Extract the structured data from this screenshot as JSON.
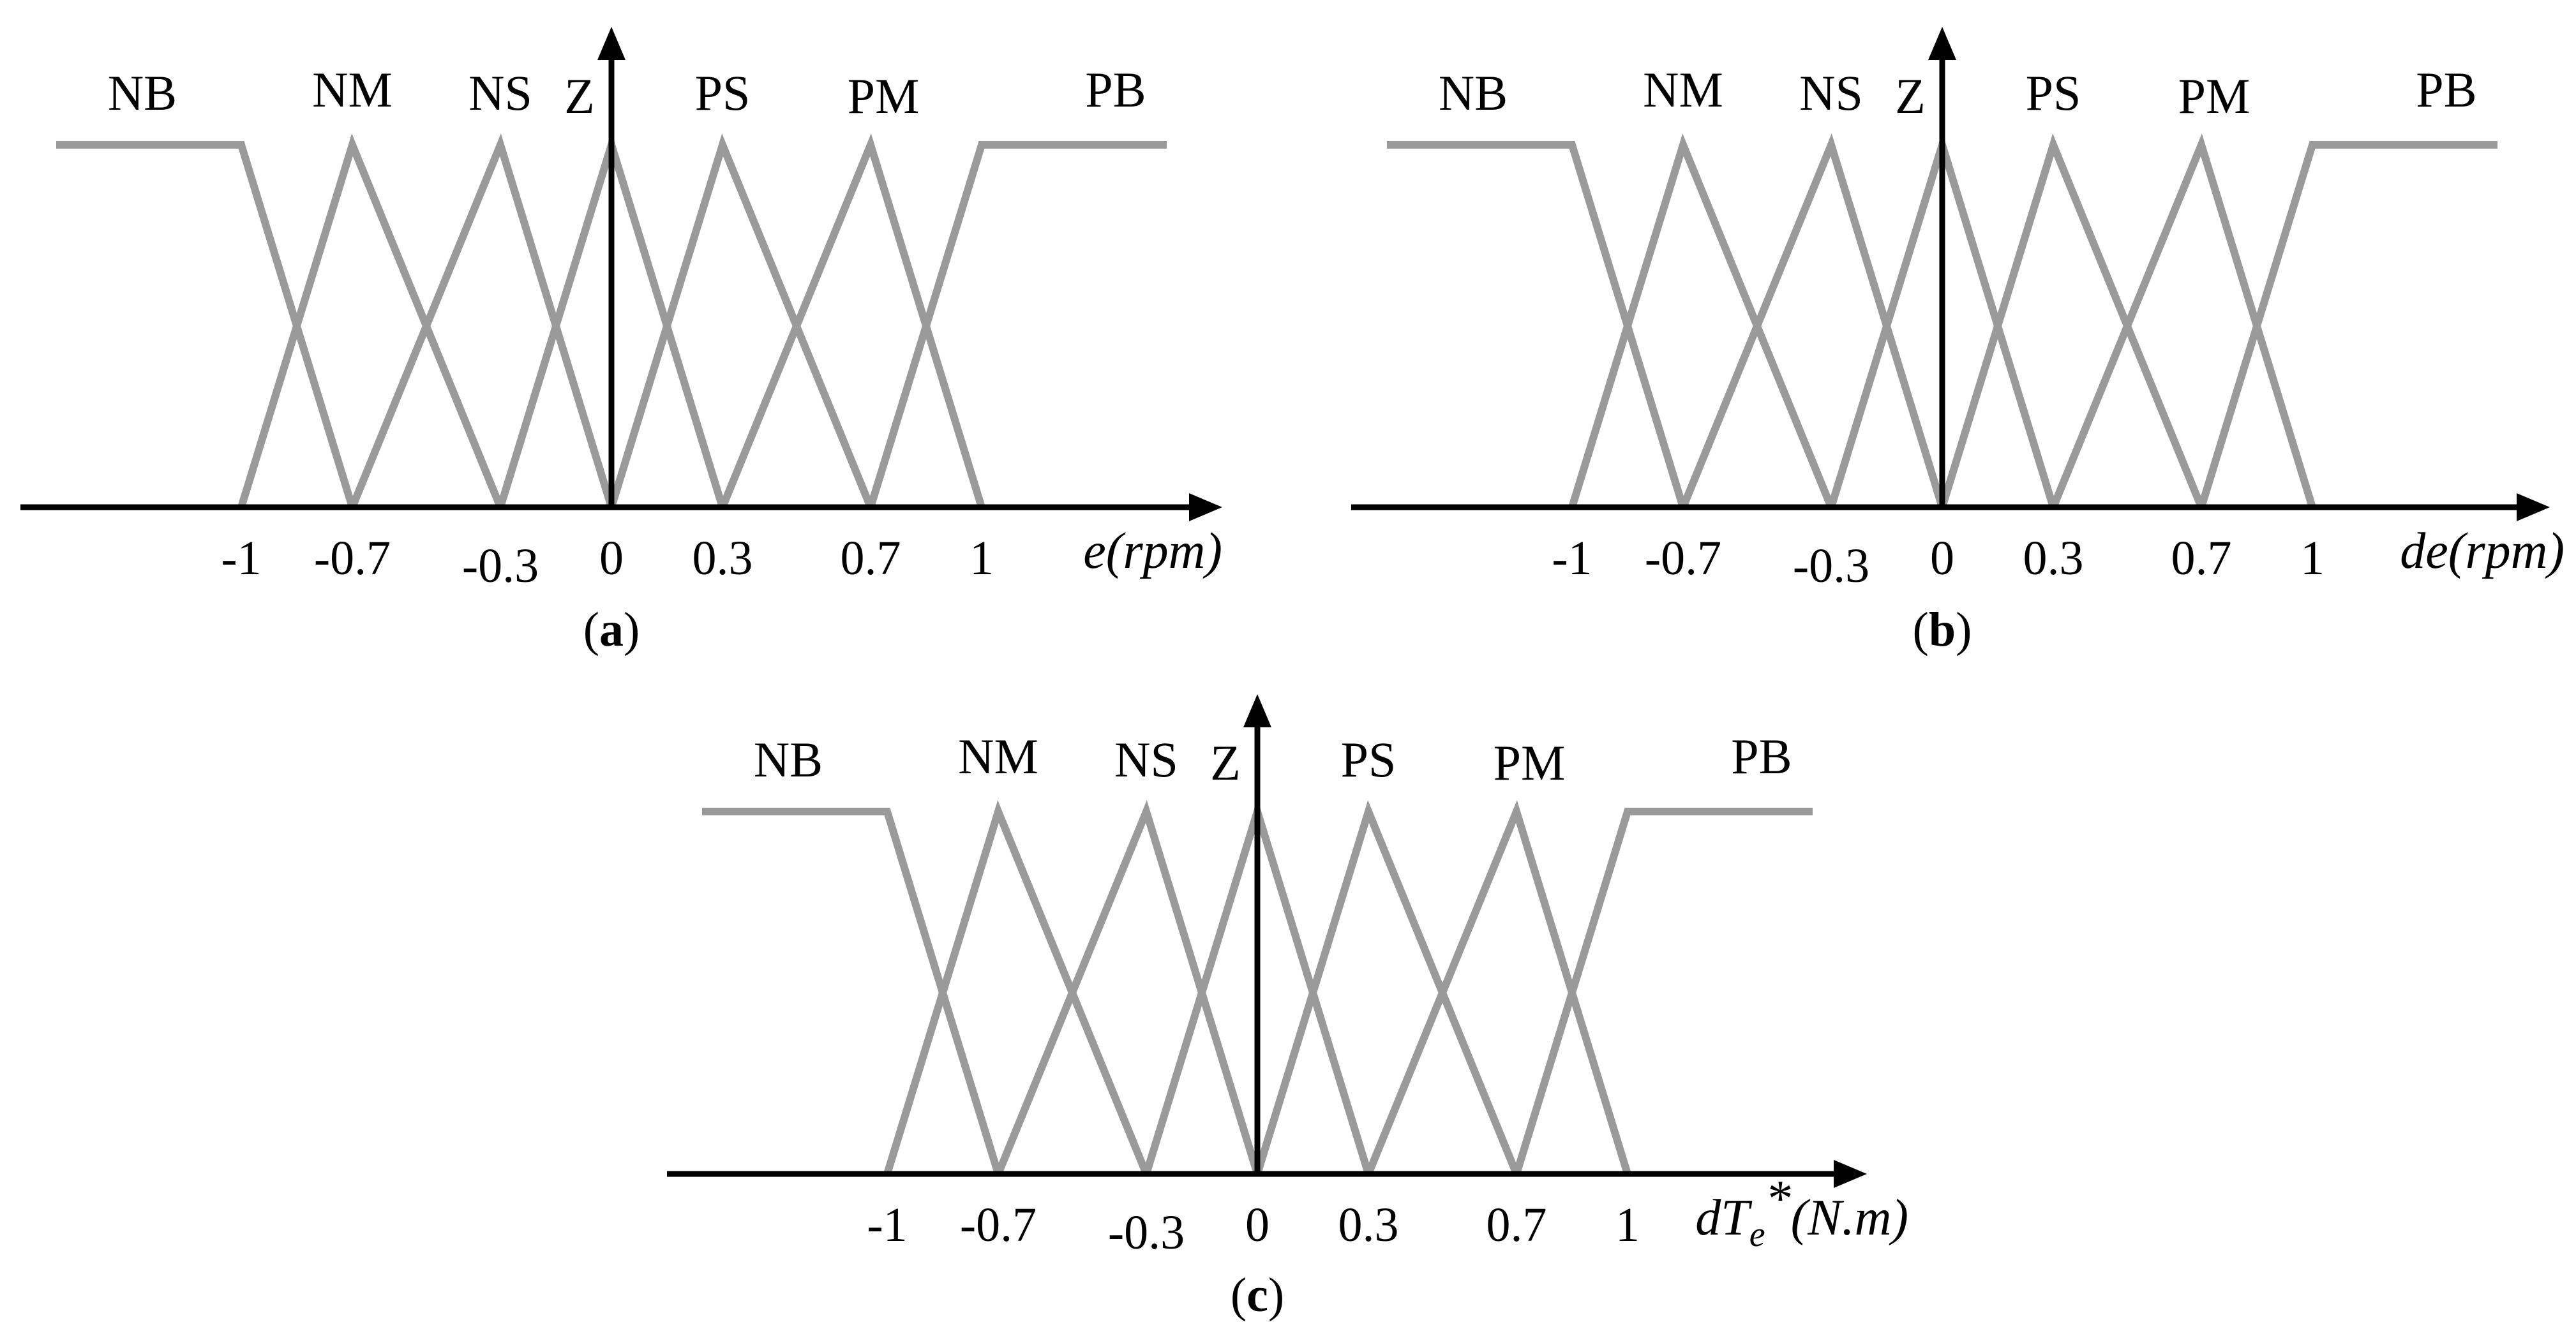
{
  "chart_data": [
    {
      "type": "line",
      "panel_label": "a",
      "xlabel": "e(rpm)",
      "x_ticks": [
        -1,
        -0.7,
        -0.3,
        0,
        0.3,
        0.7,
        1
      ],
      "tick_labels": [
        "-1",
        "-0.7",
        "-0.3",
        "0",
        "0.3",
        "0.7",
        "1"
      ],
      "ylim": [
        0,
        1
      ],
      "series": [
        {
          "name": "NB",
          "x": [
            -1.5,
            -1,
            -0.7
          ],
          "y": [
            1,
            1,
            0
          ]
        },
        {
          "name": "NM",
          "x": [
            -1,
            -0.7,
            -0.3
          ],
          "y": [
            0,
            1,
            0
          ]
        },
        {
          "name": "NS",
          "x": [
            -0.7,
            -0.3,
            0
          ],
          "y": [
            0,
            1,
            0
          ]
        },
        {
          "name": "Z",
          "x": [
            -0.3,
            0,
            0.3
          ],
          "y": [
            0,
            1,
            0
          ]
        },
        {
          "name": "PS",
          "x": [
            0,
            0.3,
            0.7
          ],
          "y": [
            0,
            1,
            0
          ]
        },
        {
          "name": "PM",
          "x": [
            0.3,
            0.7,
            1
          ],
          "y": [
            0,
            1,
            0
          ]
        },
        {
          "name": "PB",
          "x": [
            0.7,
            1,
            1.5
          ],
          "y": [
            0,
            1,
            1
          ]
        }
      ]
    },
    {
      "type": "line",
      "panel_label": "b",
      "xlabel": "de(rpm)",
      "x_ticks": [
        -1,
        -0.7,
        -0.3,
        0,
        0.3,
        0.7,
        1
      ],
      "tick_labels": [
        "-1",
        "-0.7",
        "-0.3",
        "0",
        "0.3",
        "0.7",
        "1"
      ],
      "ylim": [
        0,
        1
      ],
      "series": [
        {
          "name": "NB",
          "x": [
            -1.5,
            -1,
            -0.7
          ],
          "y": [
            1,
            1,
            0
          ]
        },
        {
          "name": "NM",
          "x": [
            -1,
            -0.7,
            -0.3
          ],
          "y": [
            0,
            1,
            0
          ]
        },
        {
          "name": "NS",
          "x": [
            -0.7,
            -0.3,
            0
          ],
          "y": [
            0,
            1,
            0
          ]
        },
        {
          "name": "Z",
          "x": [
            -0.3,
            0,
            0.3
          ],
          "y": [
            0,
            1,
            0
          ]
        },
        {
          "name": "PS",
          "x": [
            0,
            0.3,
            0.7
          ],
          "y": [
            0,
            1,
            0
          ]
        },
        {
          "name": "PM",
          "x": [
            0.3,
            0.7,
            1
          ],
          "y": [
            0,
            1,
            0
          ]
        },
        {
          "name": "PB",
          "x": [
            0.7,
            1,
            1.5
          ],
          "y": [
            0,
            1,
            1
          ]
        }
      ]
    },
    {
      "type": "line",
      "panel_label": "c",
      "xlabel": "dTe*(N.m)",
      "x_ticks": [
        -1,
        -0.7,
        -0.3,
        0,
        0.3,
        0.7,
        1
      ],
      "tick_labels": [
        "-1",
        "-0.7",
        "-0.3",
        "0",
        "0.3",
        "0.7",
        "1"
      ],
      "ylim": [
        0,
        1
      ],
      "series": [
        {
          "name": "NB",
          "x": [
            -1.5,
            -1,
            -0.7
          ],
          "y": [
            1,
            1,
            0
          ]
        },
        {
          "name": "NM",
          "x": [
            -1,
            -0.7,
            -0.3
          ],
          "y": [
            0,
            1,
            0
          ]
        },
        {
          "name": "NS",
          "x": [
            -0.7,
            -0.3,
            0
          ],
          "y": [
            0,
            1,
            0
          ]
        },
        {
          "name": "Z",
          "x": [
            -0.3,
            0,
            0.3
          ],
          "y": [
            0,
            1,
            0
          ]
        },
        {
          "name": "PS",
          "x": [
            0,
            0.3,
            0.7
          ],
          "y": [
            0,
            1,
            0
          ]
        },
        {
          "name": "PM",
          "x": [
            0.3,
            0.7,
            1
          ],
          "y": [
            0,
            1,
            0
          ]
        },
        {
          "name": "PB",
          "x": [
            0.7,
            1,
            1.5
          ],
          "y": [
            0,
            1,
            1
          ]
        }
      ]
    }
  ],
  "xlabel_c_parts": {
    "base": "dT",
    "sub": "e",
    "sup": "*",
    "rest": "(N.m)"
  }
}
